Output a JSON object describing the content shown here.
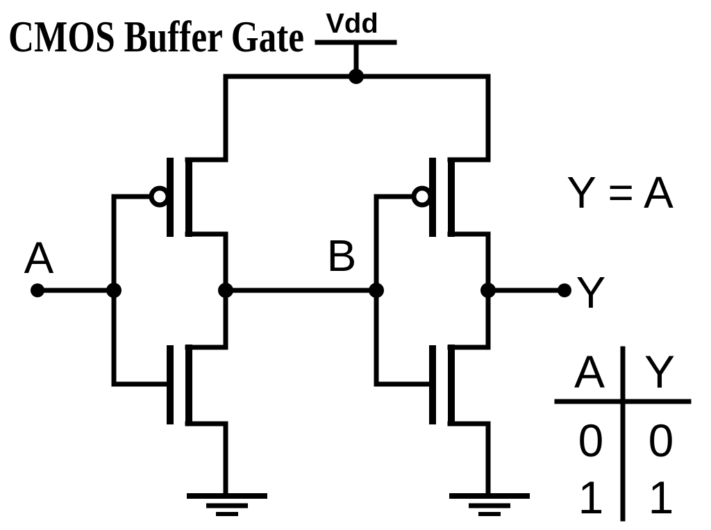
{
  "title": "CMOS Buffer Gate",
  "power": {
    "vdd_label": "Vdd"
  },
  "nodes": {
    "input": "A",
    "intermediate": "B",
    "output": "Y"
  },
  "equation": "Y = A",
  "truth_table": {
    "headers": [
      "A",
      "Y"
    ],
    "rows": [
      [
        "0",
        "0"
      ],
      [
        "1",
        "1"
      ]
    ]
  },
  "colors": {
    "ink": "#000000",
    "paper": "#ffffff"
  }
}
